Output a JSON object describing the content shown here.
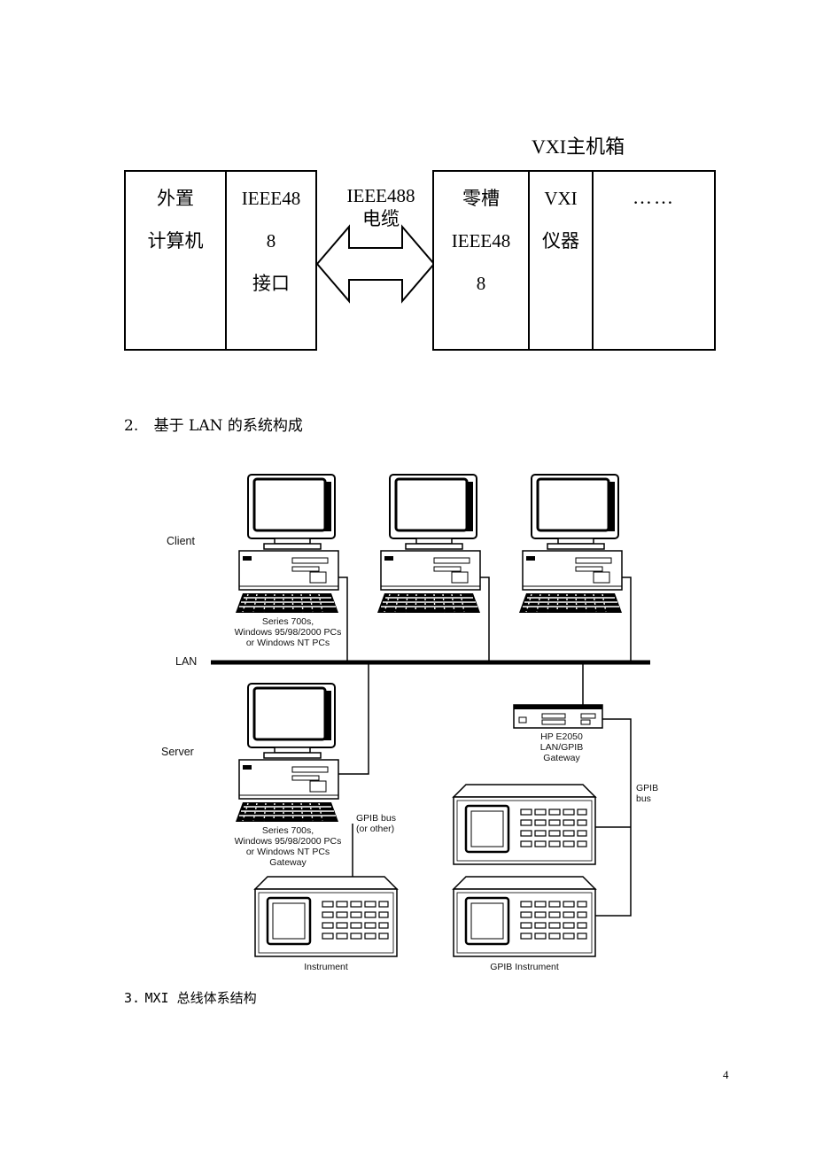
{
  "diagram1": {
    "chassis_title": "VXI主机箱",
    "external_computer": [
      "外置",
      "计算机"
    ],
    "ieee_interface": [
      "IEEE48",
      "8",
      "接口"
    ],
    "cable_label": [
      "IEEE488",
      "电缆"
    ],
    "slot0": [
      "零槽",
      "IEEE48",
      "8"
    ],
    "vxi_instrument": [
      "VXI",
      "仪器"
    ],
    "ellipsis": "……"
  },
  "section2": {
    "number": "2.",
    "title": "基于 LAN 的系统构成"
  },
  "network": {
    "client_label": "Client",
    "lan_label": "LAN",
    "server_label": "Server",
    "client_caption": [
      "Series 700s,",
      "Windows 95/98/2000 PCs",
      "or Windows NT PCs"
    ],
    "server_caption": [
      "Series 700s,",
      "Windows 95/98/2000 PCs",
      "or Windows NT PCs",
      "Gateway"
    ],
    "gpib_bus_other": [
      "GPIB bus",
      "(or other)"
    ],
    "gateway_caption": [
      "HP E2050",
      "LAN/GPIB",
      "Gateway"
    ],
    "gpib_bus": [
      "GPIB",
      "bus"
    ],
    "instrument_caption": "Instrument",
    "gpib_instrument_caption": "GPIB Instrument"
  },
  "section3": {
    "number": "3.",
    "title": "MXI 总线体系结构"
  },
  "page_number": "4"
}
